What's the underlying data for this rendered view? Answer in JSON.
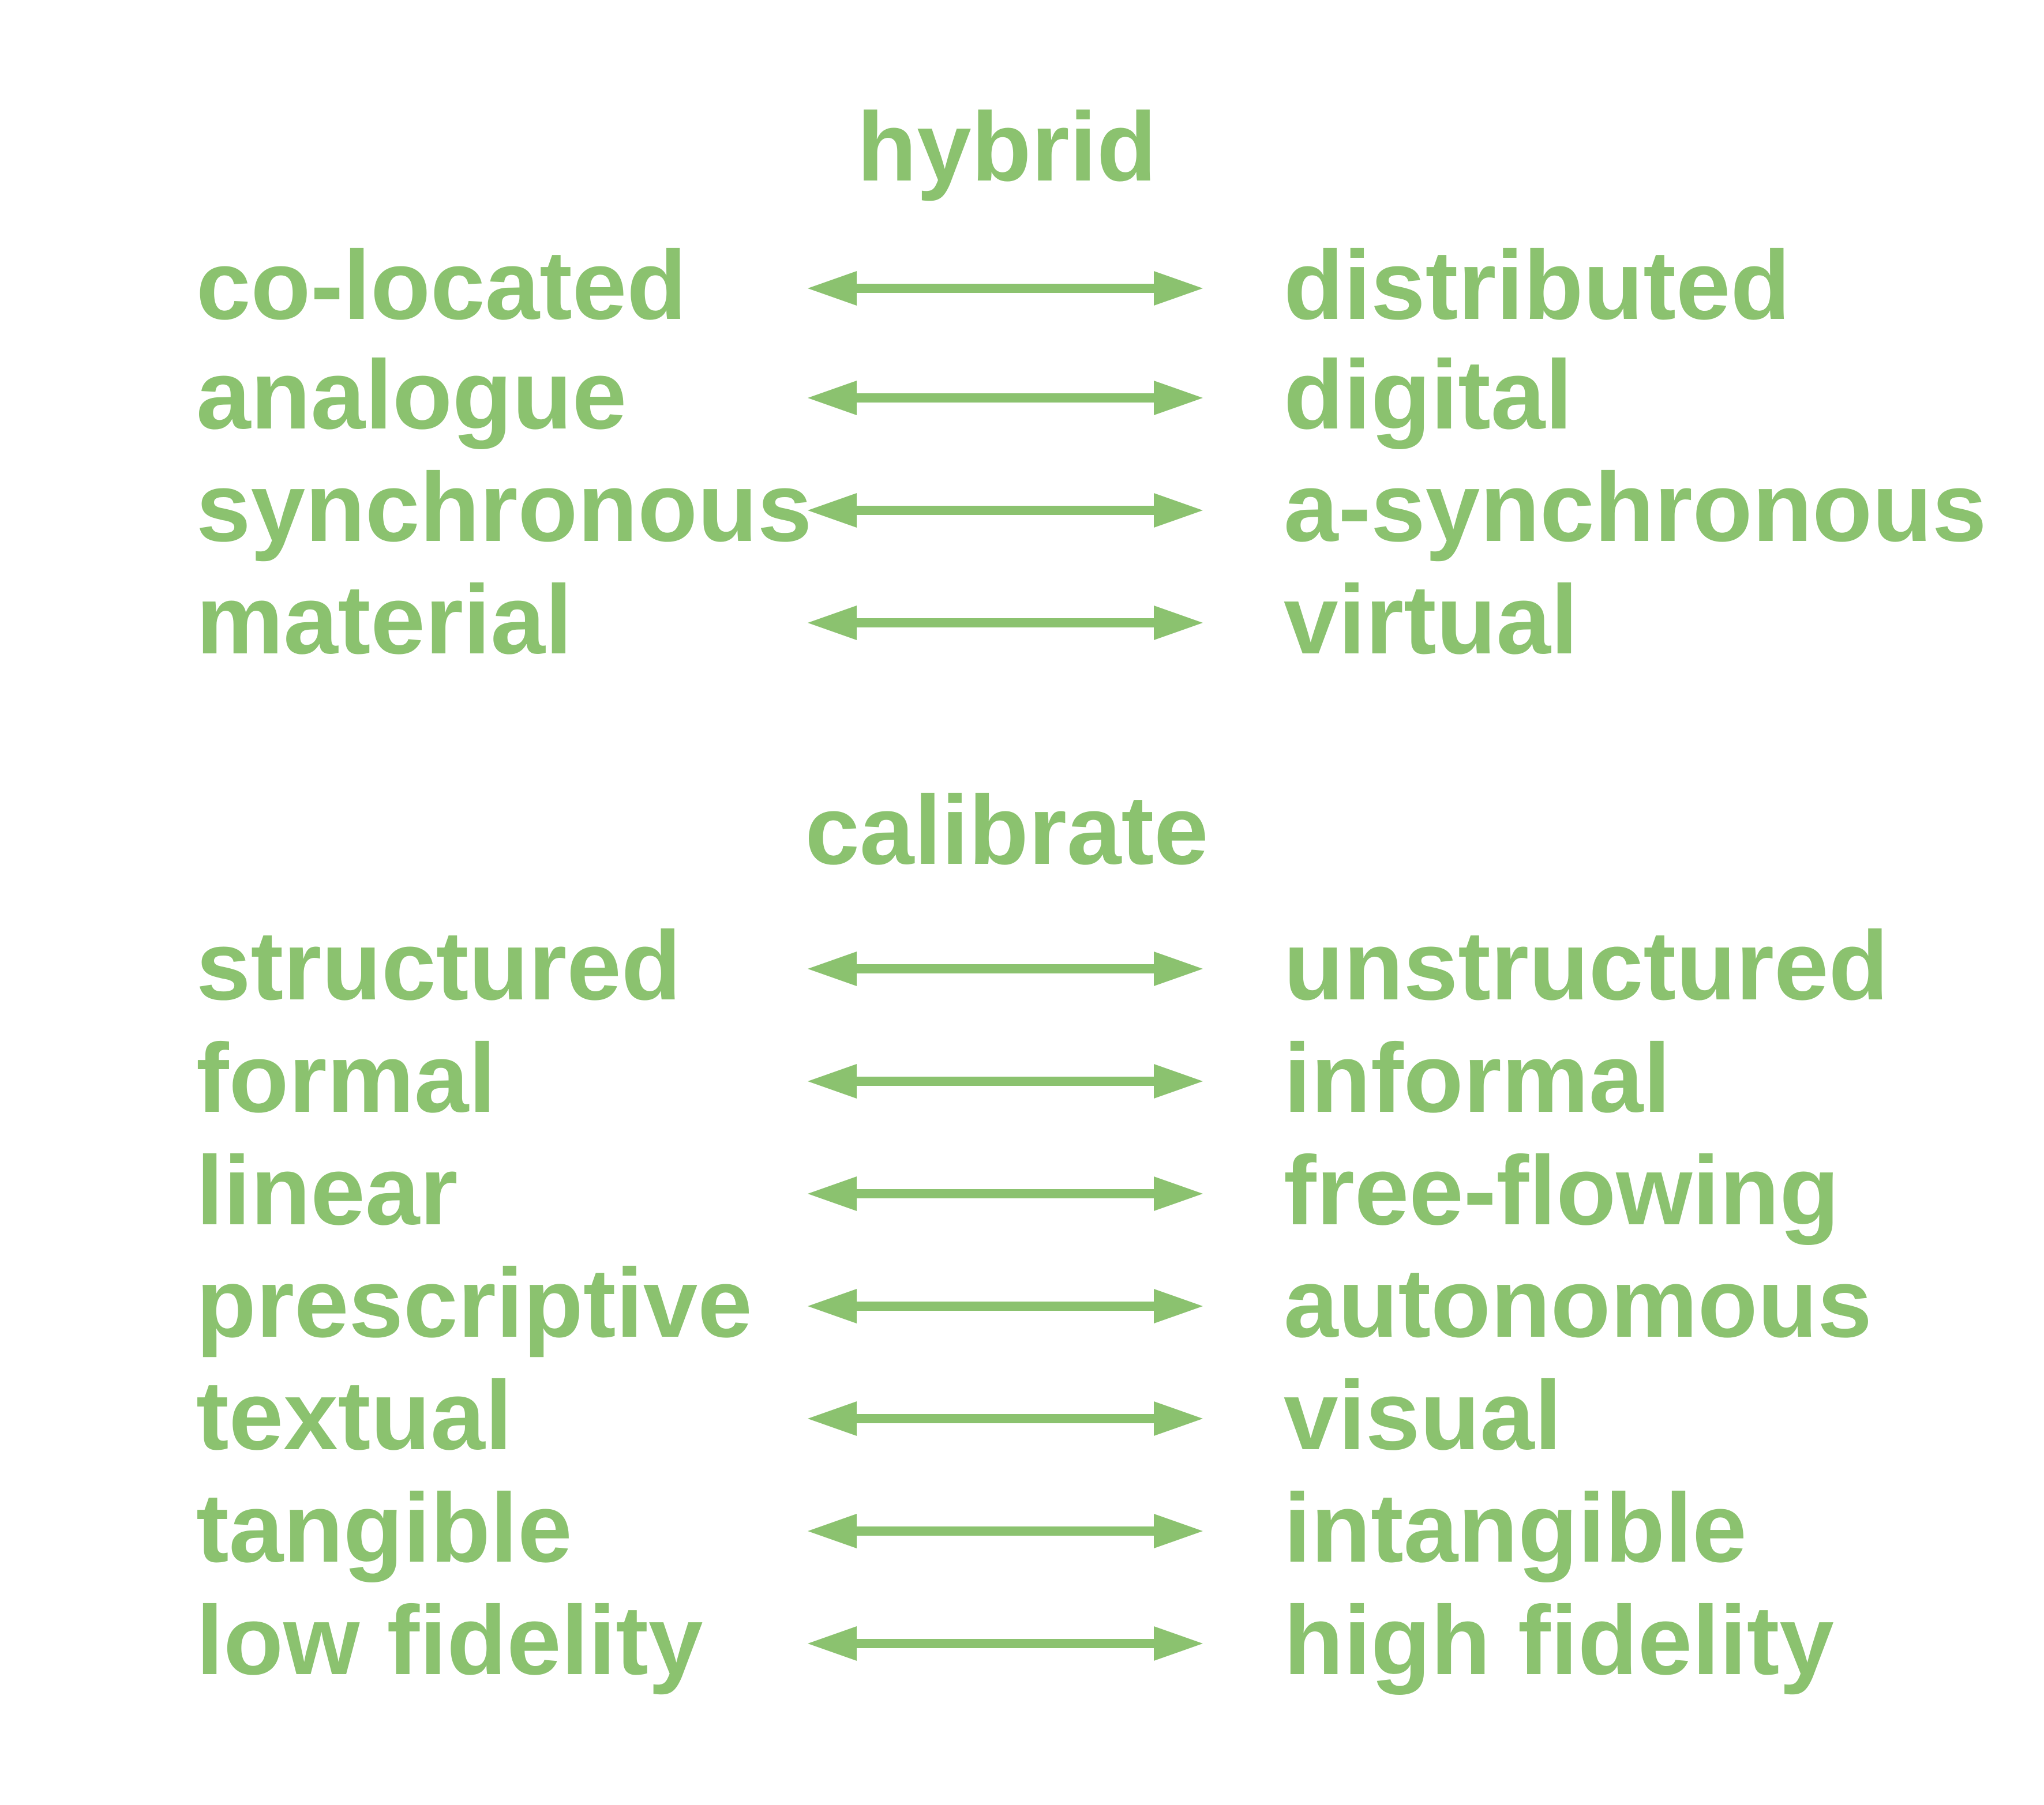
{
  "colors": {
    "accent": "#8bc26f",
    "background": "#ffffff"
  },
  "sections": [
    {
      "heading": "hybrid",
      "pairs": [
        {
          "left": "co-located",
          "right": "distributed",
          "arrow": "double-headed-arrow"
        },
        {
          "left": "analogue",
          "right": "digital",
          "arrow": "double-headed-arrow"
        },
        {
          "left": "synchronous",
          "right": "a-synchronous",
          "arrow": "double-headed-arrow"
        },
        {
          "left": "material",
          "right": "virtual",
          "arrow": "double-headed-arrow"
        }
      ]
    },
    {
      "heading": "calibrate",
      "pairs": [
        {
          "left": "structured",
          "right": "unstructured",
          "arrow": "double-headed-arrow"
        },
        {
          "left": "formal",
          "right": "informal",
          "arrow": "double-headed-arrow"
        },
        {
          "left": "linear",
          "right": "free-flowing",
          "arrow": "double-headed-arrow"
        },
        {
          "left": "prescriptive",
          "right": "autonomous",
          "arrow": "double-headed-arrow"
        },
        {
          "left": "textual",
          "right": "visual",
          "arrow": "double-headed-arrow"
        },
        {
          "left": "tangible",
          "right": "intangible",
          "arrow": "double-headed-arrow"
        },
        {
          "left": "low fidelity",
          "right": "high fidelity",
          "arrow": "double-headed-arrow"
        }
      ]
    }
  ]
}
